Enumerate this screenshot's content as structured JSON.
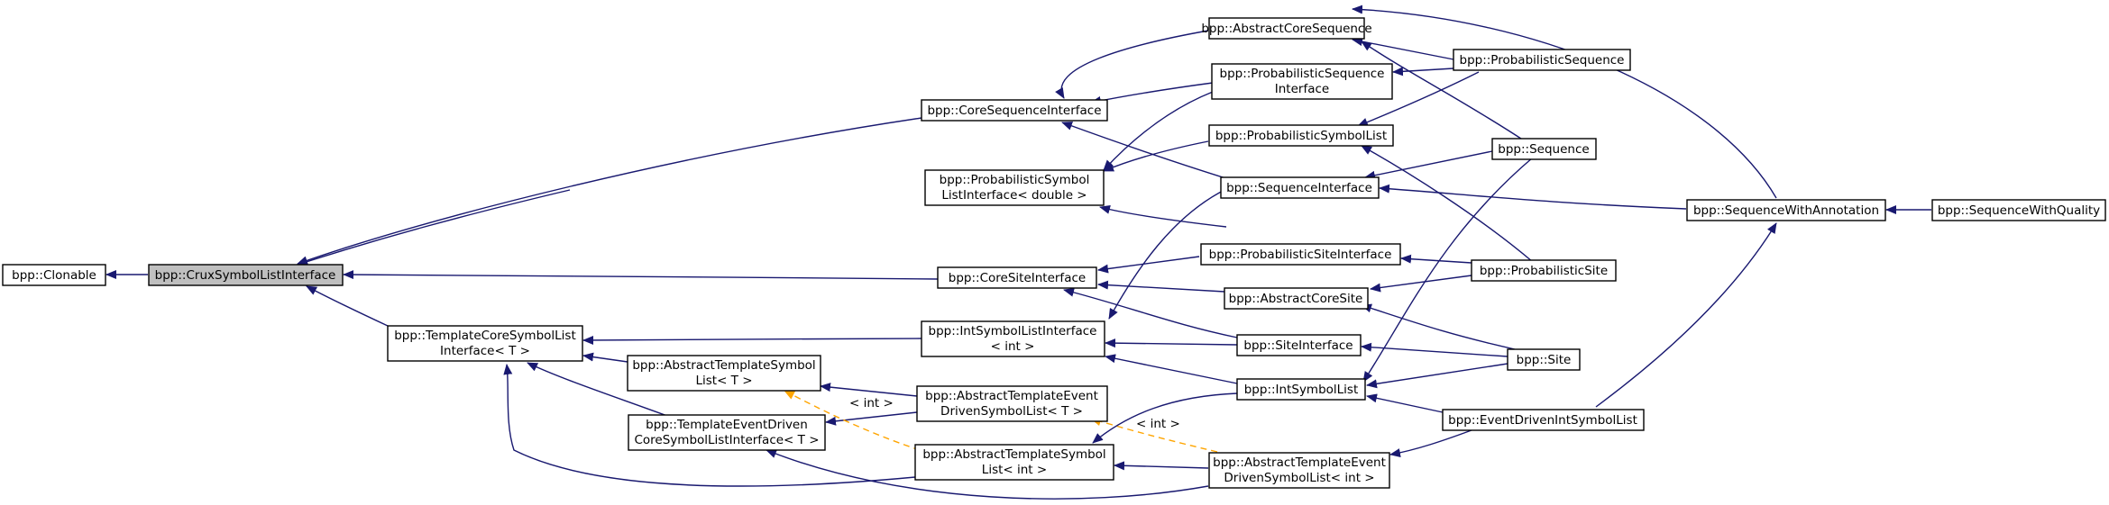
{
  "colors": {
    "inherit_edge": "#191970",
    "template_edge": "#ffa500",
    "focus_fill": "#bfbfbf",
    "node_fill": "#ffffff",
    "node_border": "#000000"
  },
  "nodes": {
    "clonable": [
      "bpp::Clonable"
    ],
    "crux": [
      "bpp::CruxSymbolListInterface"
    ],
    "core_seq_iface": [
      "bpp::CoreSequenceInterface"
    ],
    "prob_symlist_iface_double": [
      "bpp::ProbabilisticSymbol",
      "ListInterface< double >"
    ],
    "core_site_iface": [
      "bpp::CoreSiteInterface"
    ],
    "tmpl_core_symlist_iface": [
      "bpp::TemplateCoreSymbolList",
      "Interface< T >"
    ],
    "int_symlist_iface": [
      "bpp::IntSymbolListInterface",
      "< int >"
    ],
    "abs_tmpl_symlist_t": [
      "bpp::AbstractTemplateSymbol",
      "List< T >"
    ],
    "tmpl_event_core_iface": [
      "bpp::TemplateEventDriven",
      "CoreSymbolListInterface< T >"
    ],
    "abs_tmpl_event_t": [
      "bpp::AbstractTemplateEvent",
      "DrivenSymbolList< T >"
    ],
    "abs_tmpl_symlist_int": [
      "bpp::AbstractTemplateSymbol",
      "List< int >"
    ],
    "abs_core_seq": [
      "bpp::AbstractCoreSequence"
    ],
    "prob_seq_iface": [
      "bpp::ProbabilisticSequence",
      "Interface"
    ],
    "prob_symlist": [
      "bpp::ProbabilisticSymbolList"
    ],
    "seq_iface": [
      "bpp::SequenceInterface"
    ],
    "prob_site_iface": [
      "bpp::ProbabilisticSiteInterface"
    ],
    "abs_core_site": [
      "bpp::AbstractCoreSite"
    ],
    "site_iface": [
      "bpp::SiteInterface"
    ],
    "int_symlist": [
      "bpp::IntSymbolList"
    ],
    "abs_tmpl_event_int": [
      "bpp::AbstractTemplateEvent",
      "DrivenSymbolList< int >"
    ],
    "prob_seq": [
      "bpp::ProbabilisticSequence"
    ],
    "sequence": [
      "bpp::Sequence"
    ],
    "prob_site": [
      "bpp::ProbabilisticSite"
    ],
    "site": [
      "bpp::Site"
    ],
    "event_int_symlist": [
      "bpp::EventDrivenIntSymbolList"
    ],
    "seq_with_annotation": [
      "bpp::SequenceWithAnnotation"
    ],
    "seq_with_quality": [
      "bpp::SequenceWithQuality"
    ]
  },
  "edge_labels": {
    "tmpl_int_1": "< int >",
    "tmpl_int_2": "< int >"
  }
}
